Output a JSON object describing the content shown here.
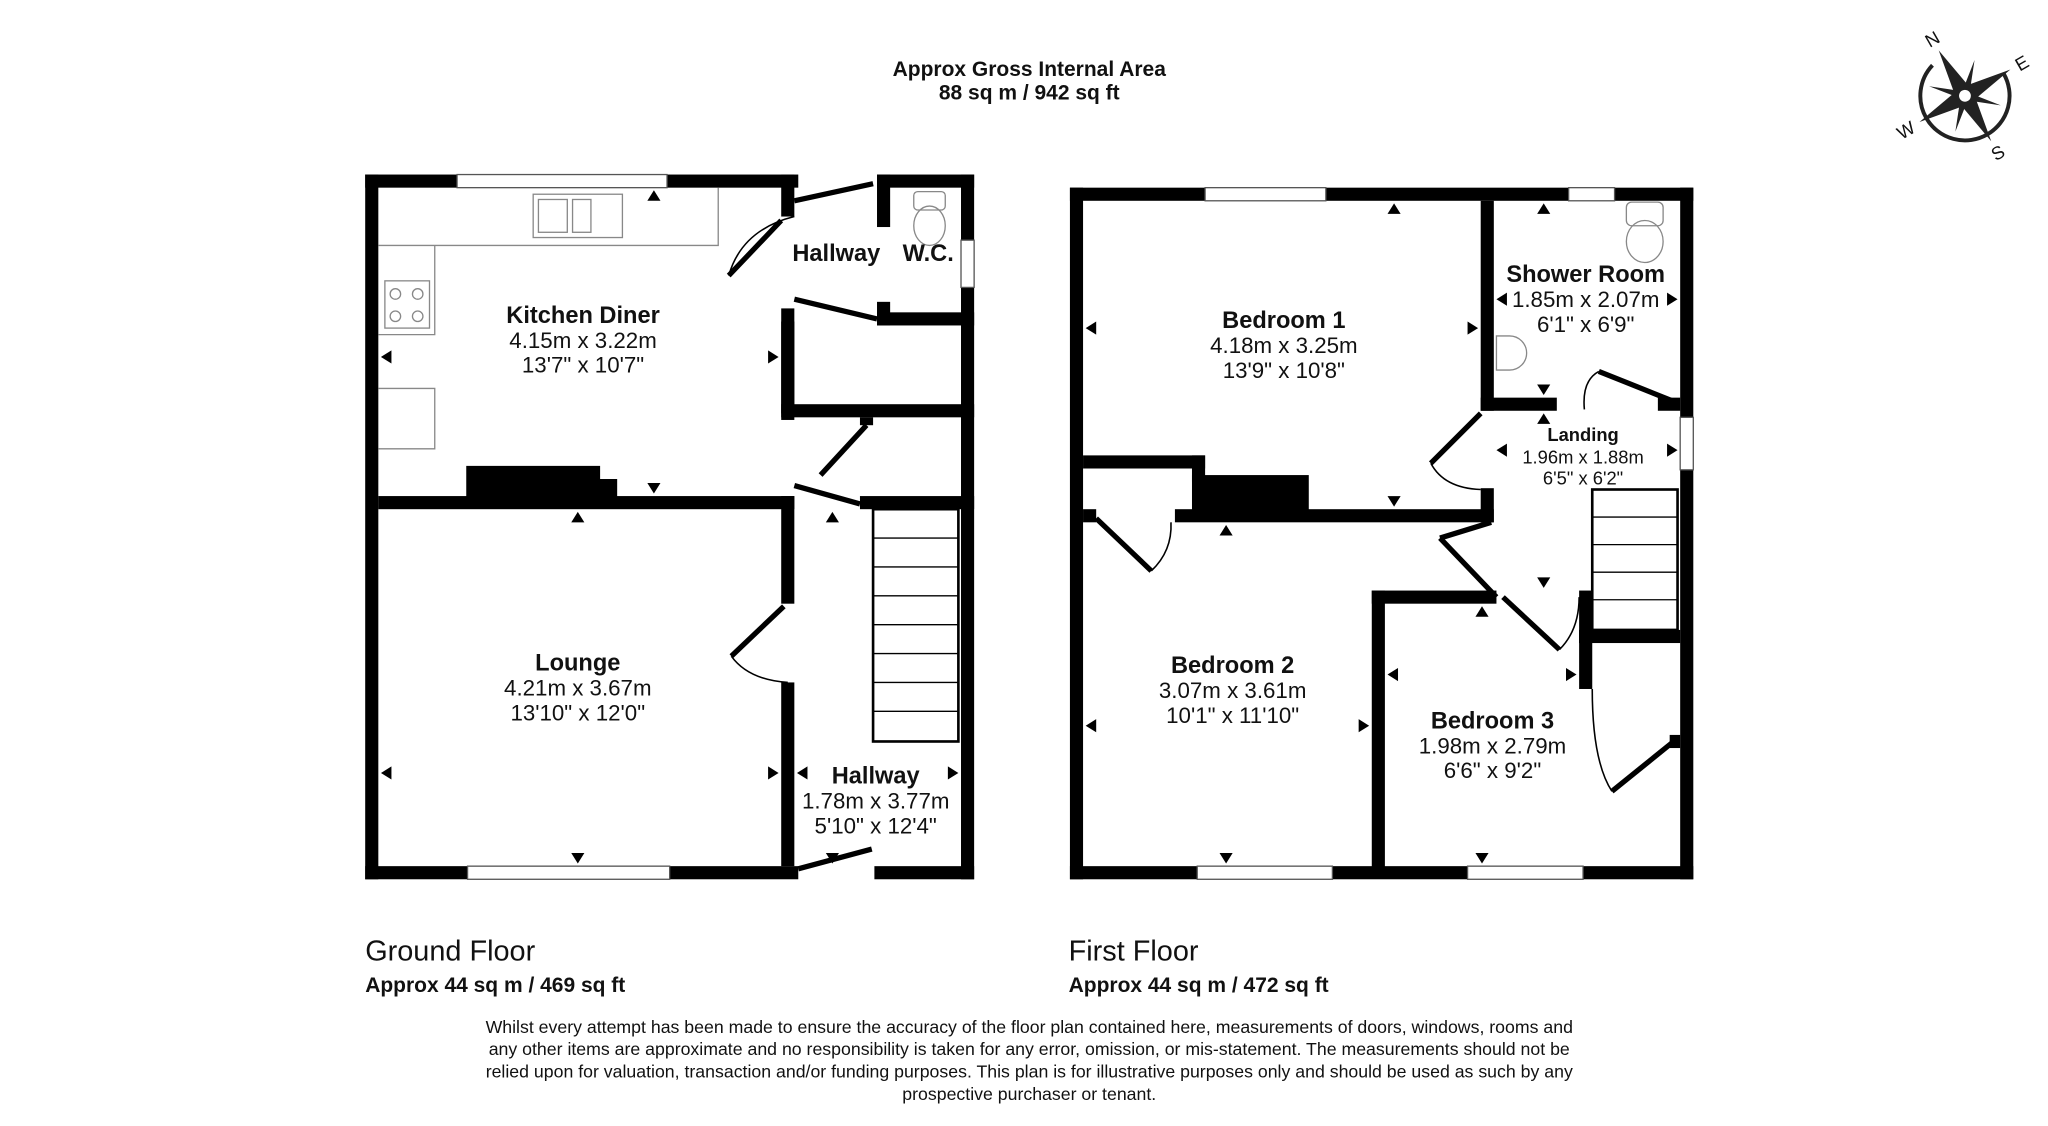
{
  "header": {
    "title": "Approx Gross Internal Area",
    "area": "88 sq m / 942 sq ft"
  },
  "compass": {
    "labels": [
      "N",
      "E",
      "S",
      "W"
    ]
  },
  "ground_floor": {
    "label": "Ground Floor",
    "area": "Approx 44 sq m / 469 sq ft",
    "rooms": [
      {
        "name": "Kitchen Diner",
        "metric": "4.15m x 3.22m",
        "imperial": "13'7\" x 10'7\""
      },
      {
        "name": "Hallway"
      },
      {
        "name": "W.C."
      },
      {
        "name": "Lounge",
        "metric": "4.21m x 3.67m",
        "imperial": "13'10\" x 12'0\""
      },
      {
        "name": "Hallway",
        "metric": "1.78m x 3.77m",
        "imperial": "5'10\" x 12'4\""
      }
    ]
  },
  "first_floor": {
    "label": "First Floor",
    "area": "Approx 44 sq m / 472 sq ft",
    "rooms": [
      {
        "name": "Bedroom 1",
        "metric": "4.18m x 3.25m",
        "imperial": "13'9\" x 10'8\""
      },
      {
        "name": "Shower Room",
        "metric": "1.85m x 2.07m",
        "imperial": "6'1\" x 6'9\""
      },
      {
        "name": "Landing",
        "metric": "1.96m x 1.88m",
        "imperial": "6'5\" x 6'2\""
      },
      {
        "name": "Bedroom 2",
        "metric": "3.07m x 3.61m",
        "imperial": "10'1\" x 11'10\""
      },
      {
        "name": "Bedroom 3",
        "metric": "1.98m x 2.79m",
        "imperial": "6'6\" x 9'2\""
      }
    ]
  },
  "disclaimer": [
    "Whilst every attempt has been made to ensure the accuracy of the floor plan contained here, measurements of doors, windows, rooms and",
    "any other items are approximate and no responsibility is taken for any error, omission, or mis-statement. The measurements should not be",
    "relied upon for valuation, transaction and/or funding purposes. This plan is for illustrative purposes only and should be used as such by any",
    "prospective purchaser or tenant."
  ]
}
